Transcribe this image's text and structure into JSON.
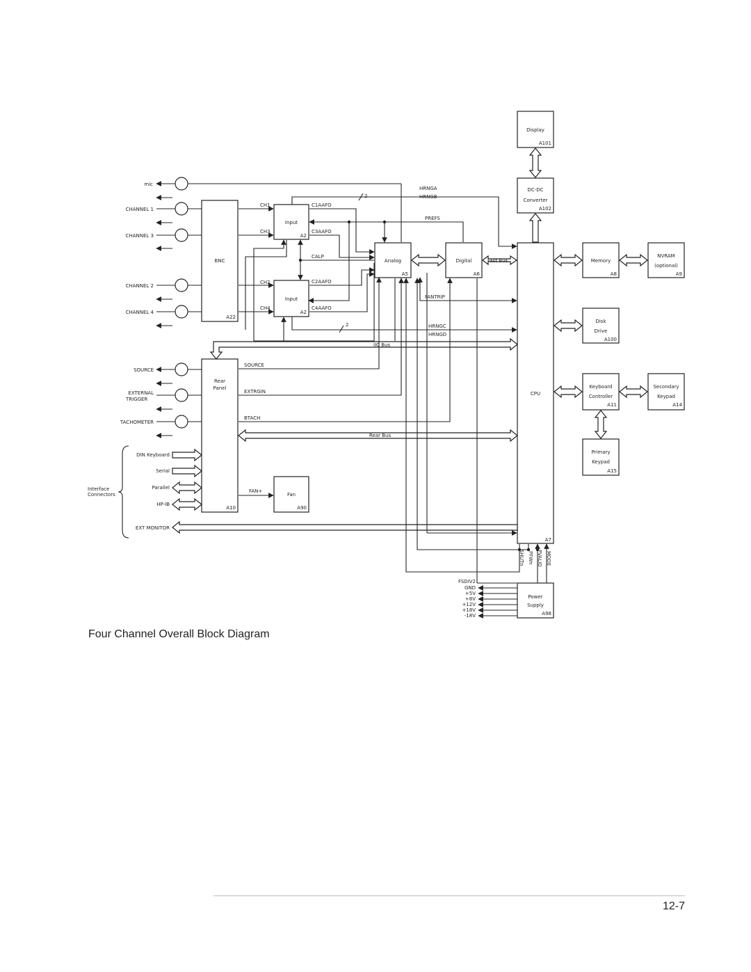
{
  "blocks": {
    "display": {
      "name": "Display",
      "ref": "A101"
    },
    "dcdc": {
      "name1": "DC-DC",
      "name2": "Converter",
      "ref": "A102"
    },
    "bnc": {
      "name": "BNC",
      "ref": "A22"
    },
    "input_a": {
      "name": "Input",
      "ref": "A2"
    },
    "input_b": {
      "name": "Input",
      "ref": "A2"
    },
    "analog": {
      "name": "Analog",
      "ref": "A5"
    },
    "digital": {
      "name": "Digital",
      "ref": "A6"
    },
    "cpu": {
      "name": "CPU",
      "ref": "A7"
    },
    "memory": {
      "name": "Memory",
      "ref": "A8"
    },
    "nvram": {
      "name1": "NVRAM",
      "name2": "(optional)",
      "ref": "A9"
    },
    "disk": {
      "name1": "Disk",
      "name2": "Drive",
      "ref": "A100"
    },
    "keyboard_controller": {
      "name1": "Keyboard",
      "name2": "Controller",
      "ref": "A11"
    },
    "secondary_keypad": {
      "name1": "Secondary",
      "name2": "Keypad",
      "ref": "A14"
    },
    "primary_keypad": {
      "name1": "Primary",
      "name2": "Keypad",
      "ref": "A15"
    },
    "rear_panel": {
      "name1": "Rear",
      "name2": "Panel",
      "ref": "A10"
    },
    "fan": {
      "name": "Fan",
      "ref": "A90"
    },
    "power_supply": {
      "name1": "Power",
      "name2": "Supply",
      "ref": "A98"
    }
  },
  "connectors": {
    "mic": "mic",
    "channel1": "CHANNEL 1",
    "channel3": "CHANNEL 3",
    "channel2": "CHANNEL 2",
    "channel4": "CHANNEL 4",
    "source": "SOURCE",
    "external": "EXTERNAL",
    "trigger": "TRIGGER",
    "tachometer": "TACHOMETER",
    "din_keyboard": "DIN Keyboard",
    "serial": "Serial",
    "parallel": "Parallel",
    "hpib": "HP-IB",
    "interface1": "Interface",
    "interface2": "Connectors",
    "ext_monitor": "EXT MONITOR"
  },
  "signals": {
    "ch1": "CH1",
    "ch3": "CH3",
    "ch2": "CH2",
    "ch4": "CH4",
    "c1aafo": "C1AAFO",
    "c3aafo": "C3AAFO",
    "c2aafo": "C2AAFO",
    "c4aafo": "C4AAFO",
    "calp": "CALP",
    "hrnga": "HRNGA",
    "hrngb": "HRNGB",
    "hrngc": "HRNGC",
    "hrngd": "HRNGD",
    "prefs": "PREFS",
    "fantrip": "FANTRIP",
    "fast_bus": "Fast Bus",
    "iic_bus": "IIC Bus",
    "rear_bus": "Rear Bus",
    "source": "SOURCE",
    "extrgin": "EXTRGIN",
    "btach": "BTACH",
    "fan_plus": "FAN+",
    "bus_width_top": "2",
    "bus_width_bottom": "2",
    "shutn": "SHUTn",
    "pfwn": "PFWn",
    "pvalid": "PVALID",
    "mode": "MODE",
    "fsdiv2": "FSDIV2",
    "gnd": "GND",
    "p5v": "+5V",
    "p8v": "+8V",
    "p12v": "+12V",
    "p18v": "+18V",
    "m18v": "-18V"
  },
  "caption": "Four Channel Overall Block Diagram",
  "page_number": "12-7"
}
